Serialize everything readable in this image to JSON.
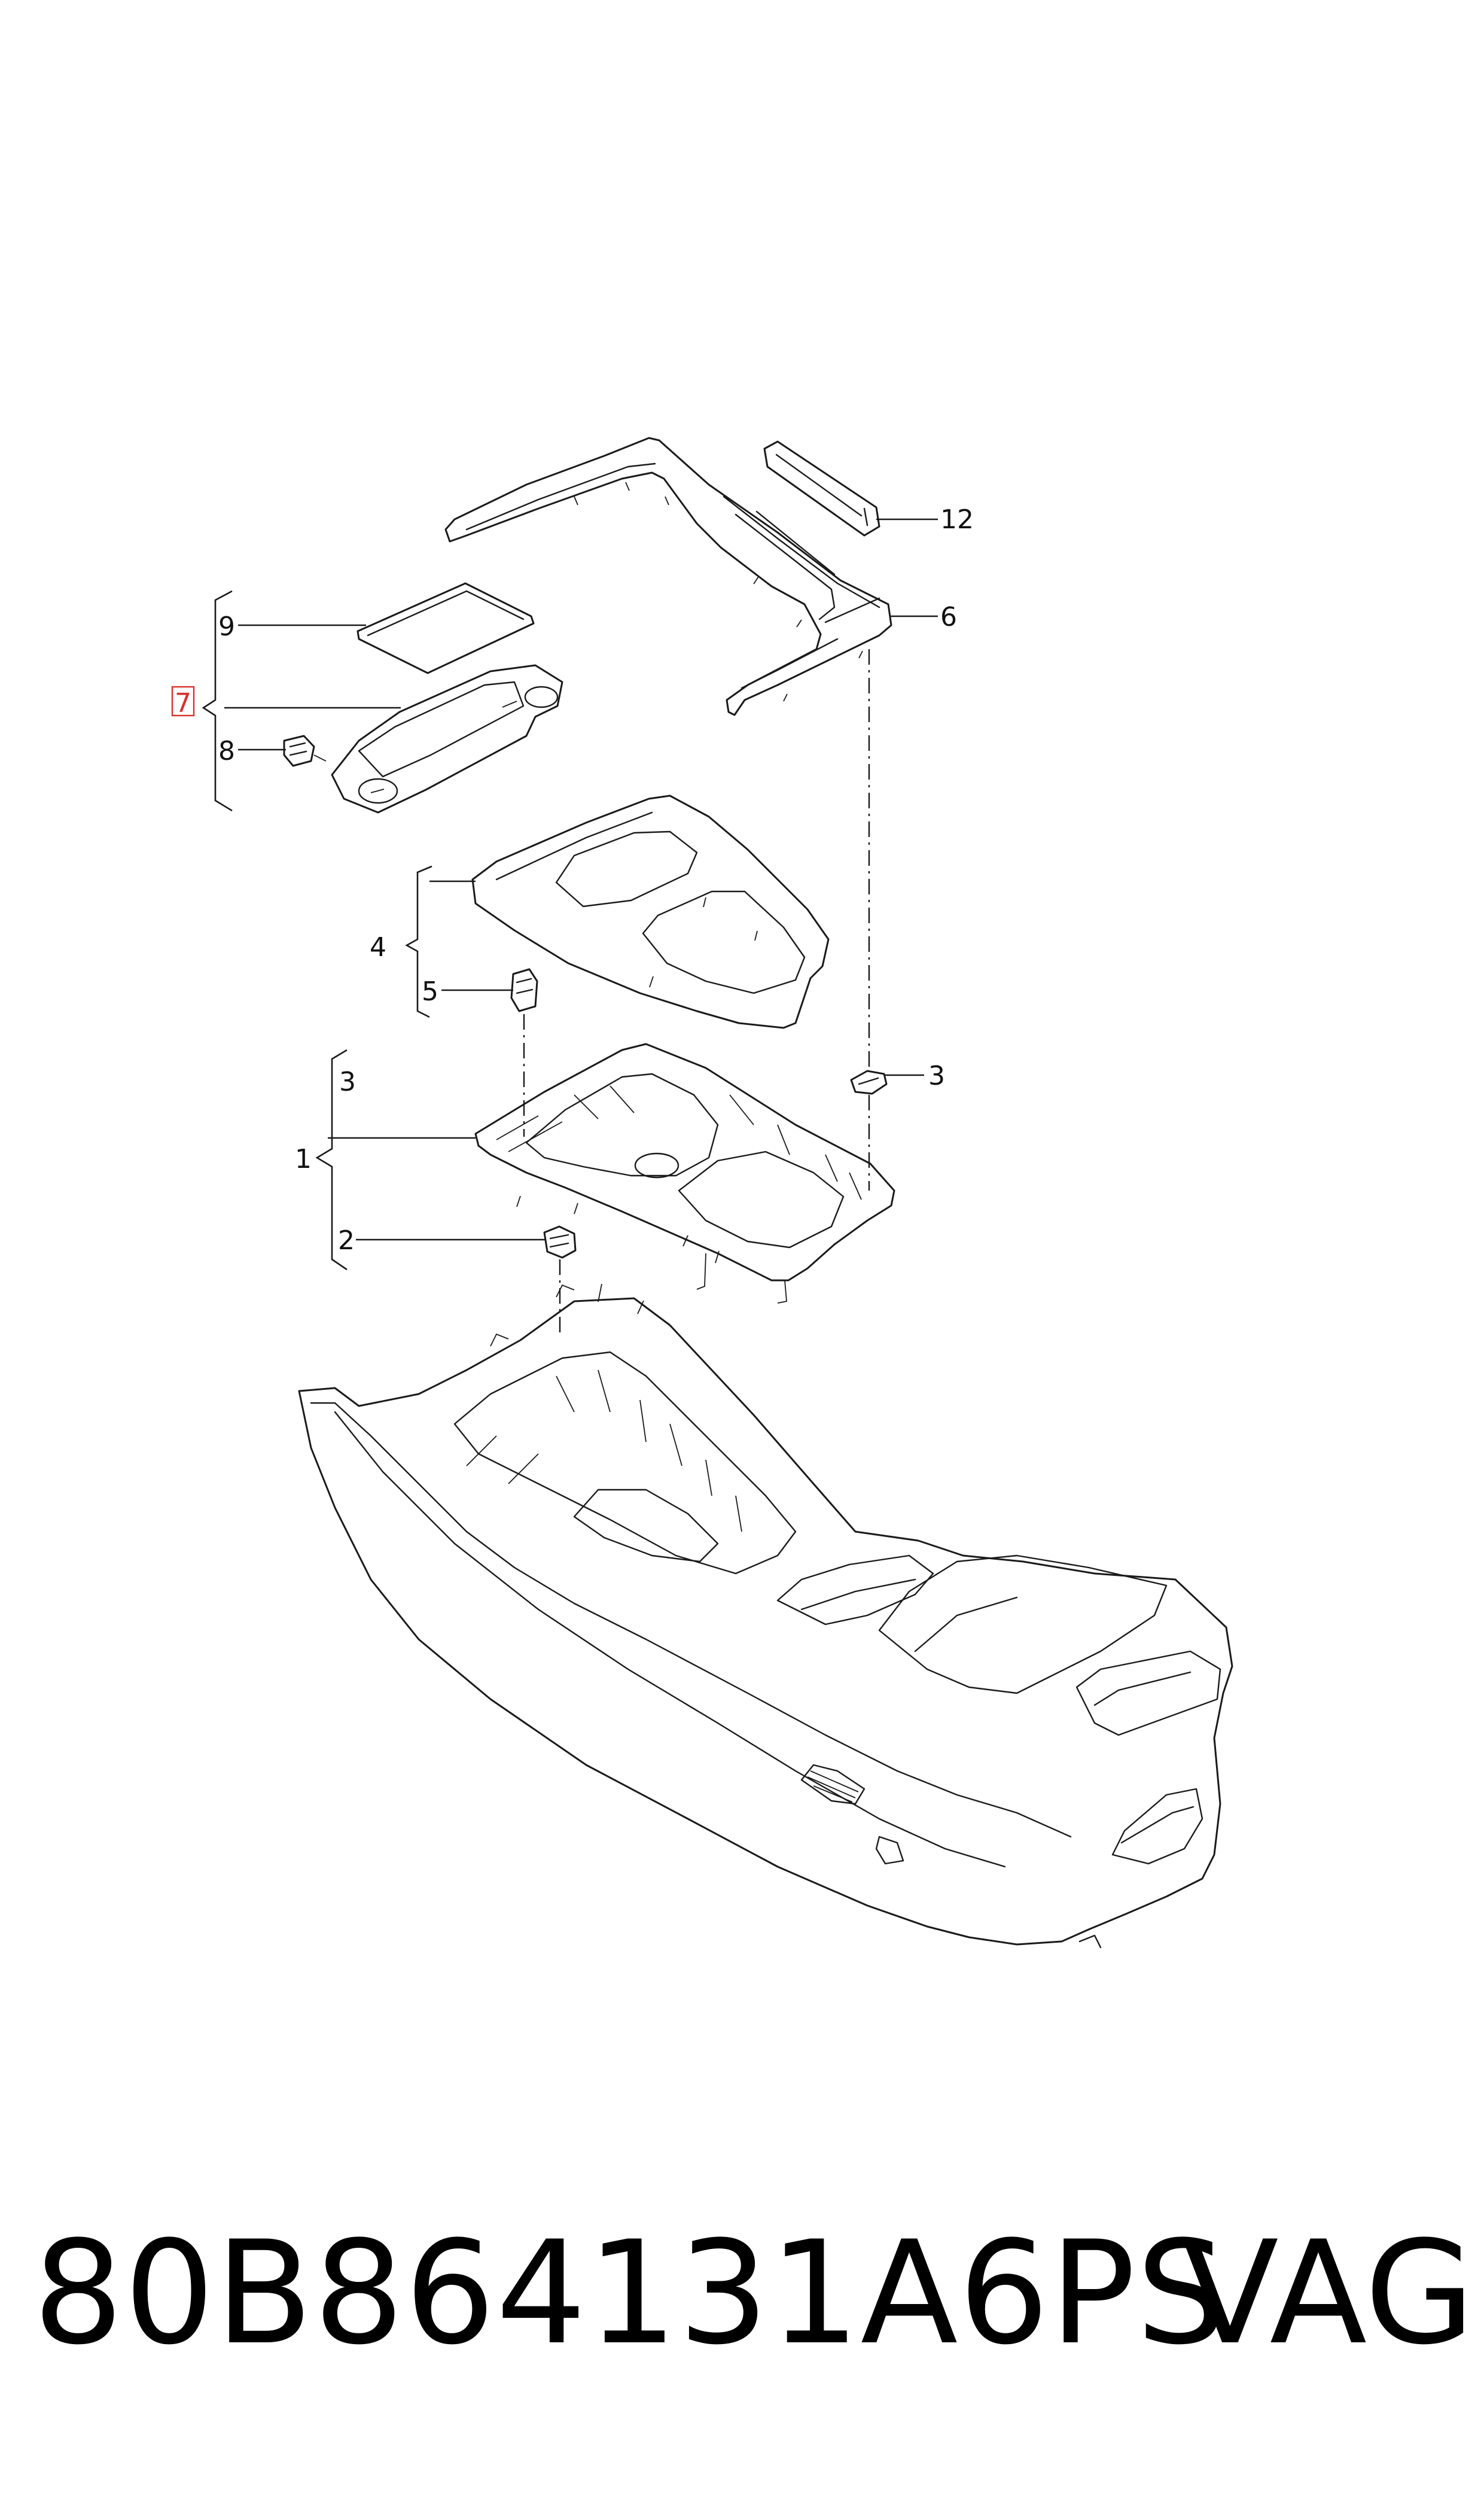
{
  "callouts": {
    "c1": "1",
    "c2": "2",
    "c3a": "3",
    "c3b": "3",
    "c4": "4",
    "c5": "5",
    "c6": "6",
    "c7": "7",
    "c8": "8",
    "c9": "9",
    "c12": "12"
  },
  "highlight_color": "#d9302b",
  "footer": {
    "part_number": "80B864131A6PS",
    "brand": "VAG"
  }
}
